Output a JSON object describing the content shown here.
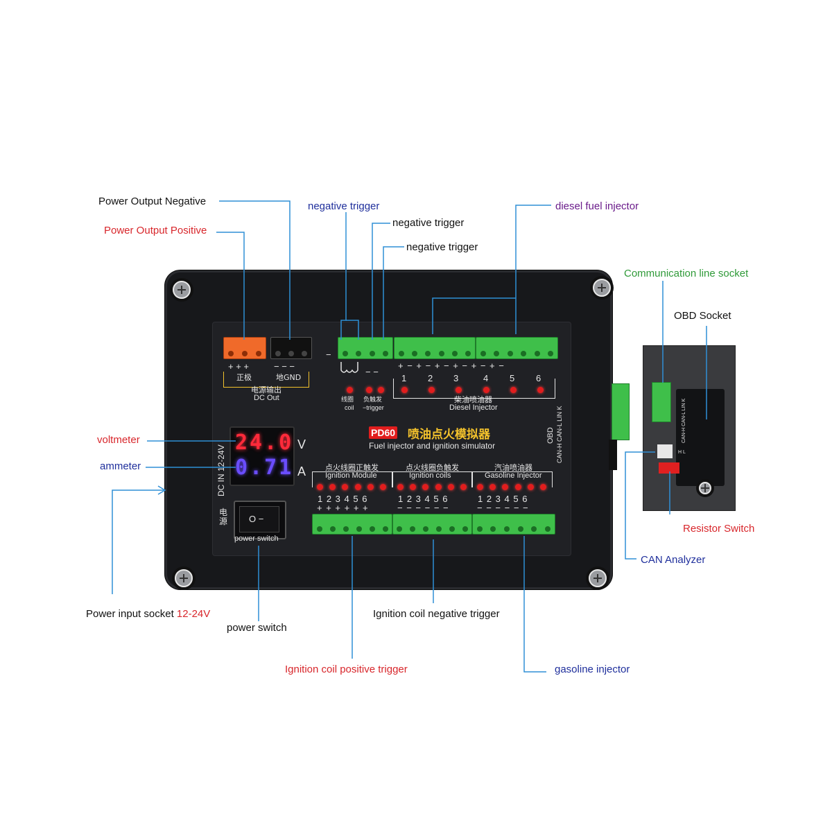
{
  "callouts": {
    "power_output_negative": "Power Output Negative",
    "power_output_positive": "Power Output Positive",
    "negative_trigger_1": "negative trigger",
    "negative_trigger_2": "negative trigger",
    "negative_trigger_3": "negative trigger",
    "diesel_fuel_injector": "diesel fuel injector",
    "communication_line_socket": "Communication line socket",
    "obd_socket": "OBD Socket",
    "voltmeter": "voltmeter",
    "ammeter": "ammeter",
    "resistor_switch": "Resistor Switch",
    "can_analyzer": "CAN Analyzer",
    "power_input_socket": "Power input socket ",
    "power_input_range": "12-24V",
    "power_switch": "power switch",
    "ignition_coil_negative_trigger": "Ignition coil negative trigger",
    "ignition_coil_positive_trigger": "Ignition coil positive trigger",
    "gasoline_injector": "gasoline injector"
  },
  "device": {
    "plus_signs": "+ + +",
    "minus_signs": "− − −",
    "positive_cn": "正极",
    "gnd_label": "地GND",
    "dc_out_cn": "电源输出",
    "dc_out_en": "DC Out",
    "coil_cn": "线圈",
    "coil_en": "coil",
    "neg_trigger_cn": "负触发",
    "neg_trigger_en": "−trigger",
    "diesel_polarity": "+ − + − + − + − + − + −",
    "diesel_numbers": [
      "1",
      "2",
      "3",
      "4",
      "5",
      "6"
    ],
    "diesel_cn": "柴油喷油器",
    "diesel_en": "Diesel Injector",
    "model": "PD60",
    "title_cn": "喷油点火模拟器",
    "title_en": "Fuel injector and ignition simulator",
    "obd_label": "OBD",
    "can_pins": "CAN-H CAN-L LIN K",
    "dc_in_label": "DC IN 12-24V",
    "voltage_reading": "24.0",
    "voltage_unit": "V",
    "current_reading": "0.71",
    "current_unit": "A",
    "power_cn": "电 源",
    "power_switch_label": "power switch",
    "switch_symbols": "O −",
    "group_numbers": "1 2 3 4 5 6",
    "ignition_module_cn": "点火线圈正触发",
    "ignition_module_en": "Ignition Module",
    "ignition_module_polarity": "+ + + + + +",
    "ignition_coils_cn": "点火线圈负触发",
    "ignition_coils_en": "Ignition coils",
    "ignition_coils_polarity": "− − − − − −",
    "gasoline_cn": "汽油喷油器",
    "gasoline_en": "Gasoline Injector",
    "gasoline_polarity": "− − − − − −",
    "inset_pins": "CAN-H CAN-L LIN K",
    "resistor_marks": "H L"
  },
  "colors": {
    "leader_line": "#2f8fd6",
    "callout_red": "#d8262b",
    "callout_blue": "#1f2f9c",
    "callout_purple": "#6a1b8a",
    "callout_green": "#2f9a38",
    "terminal_green": "#3fbf4a",
    "terminal_orange": "#f06a2a",
    "led_red": "#e11d1d",
    "accent_yellow": "#f3c22c"
  },
  "icons": [
    "screw-icon",
    "coil-symbol-icon",
    "rocker-switch-icon",
    "arrow-right-icon"
  ]
}
